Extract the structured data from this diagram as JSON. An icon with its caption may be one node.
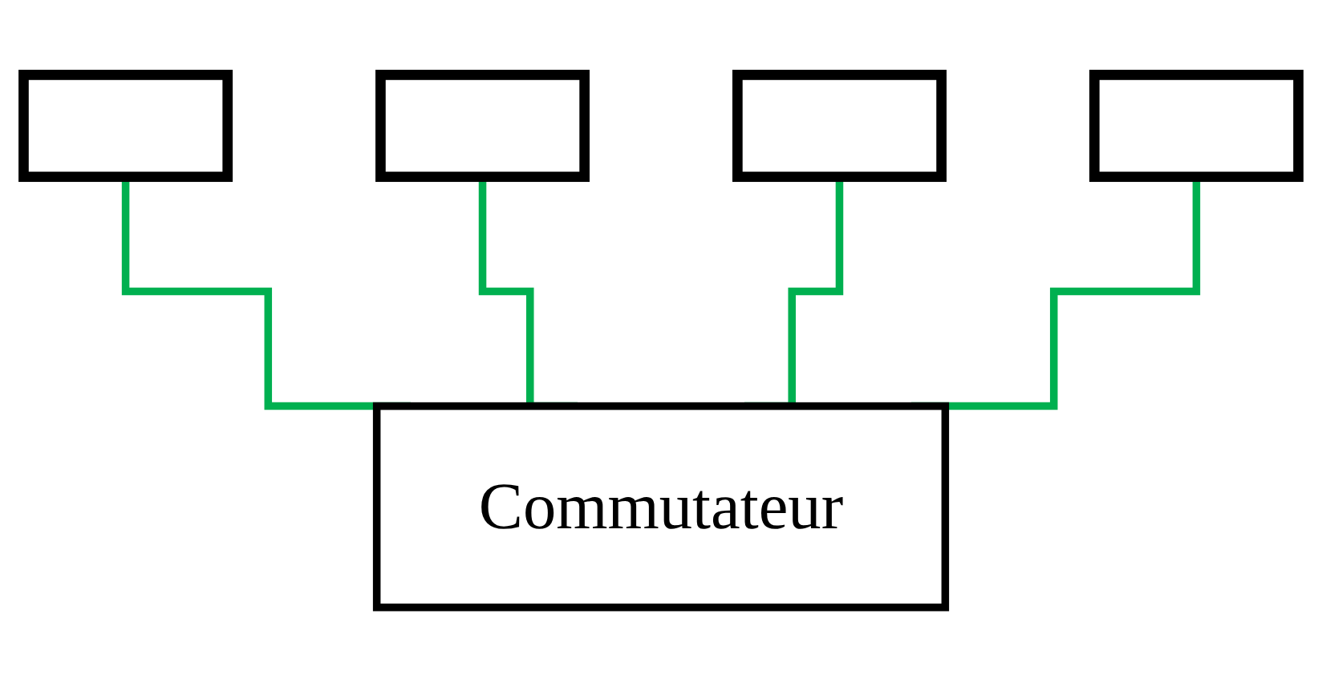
{
  "diagram": {
    "nodes": [
      {
        "text": [],
        "shape": "box"
      },
      {
        "text": [],
        "shape": "box"
      },
      {
        "text": [],
        "shape": "box"
      },
      {
        "text": [],
        "shape": "box"
      },
      {
        "text": [
          "Commutateur"
        ]
      }
    ],
    "edges": [
      {
        "from": 0,
        "to": 4,
        "arrow": "none",
        "color": "#00b050"
      },
      {
        "from": 1,
        "to": 4,
        "arrow": "none",
        "color": "#00b050"
      },
      {
        "from": 2,
        "to": 4,
        "arrow": "none",
        "color": "#00b050"
      },
      {
        "from": 3,
        "to": 4,
        "arrow": "none",
        "color": "#00b050"
      }
    ]
  }
}
